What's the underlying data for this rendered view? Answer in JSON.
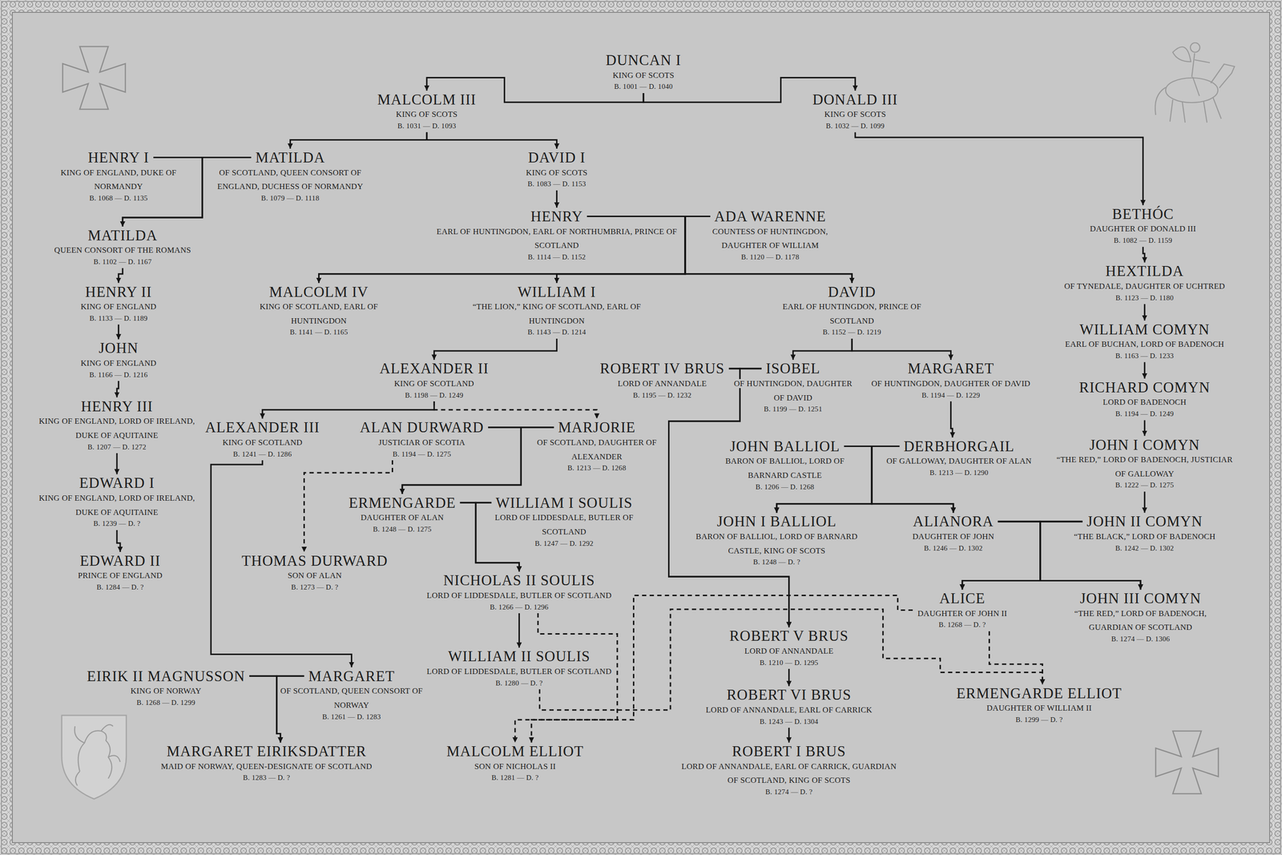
{
  "diagram": {
    "nodes": [
      {
        "text": [
          "DUNCAN I",
          "KING OF SCOTS",
          "B. 1001 — D. 1040"
        ]
      },
      {
        "text": [
          "MALCOLM III",
          "KING OF SCOTS",
          "B. 1031 — D. 1093"
        ]
      },
      {
        "text": [
          "DONALD III",
          "KING OF SCOTS",
          "B. 1032 — D. 1099"
        ]
      },
      {
        "text": [
          "HENRY I",
          "KING OF ENGLAND, DUKE OF NORMANDY",
          "B. 1068 — D. 1135"
        ]
      },
      {
        "text": [
          "MATILDA",
          "OF SCOTLAND, QUEEN CONSORT OF ENGLAND, DUCHESS OF NORMANDY",
          "B. 1079 — D. 1118"
        ]
      },
      {
        "text": [
          "DAVID I",
          "KING OF SCOTS",
          "B. 1083 — D. 1153"
        ]
      },
      {
        "text": [
          "HENRY",
          "EARL OF HUNTINGDON, EARL OF NORTHUMBRIA, PRINCE OF SCOTLAND",
          "B. 1114 — D. 1152"
        ]
      },
      {
        "text": [
          "ADA WARENNE",
          "COUNTESS OF HUNTINGDON, DAUGHTER OF WILLIAM",
          "B. 1120 — D. 1178"
        ]
      },
      {
        "text": [
          "BETHÓC",
          "DAUGHTER OF DONALD III",
          "B. 1082 — D. 1159"
        ]
      },
      {
        "text": [
          "MATILDA",
          "QUEEN CONSORT OF THE ROMANS",
          "B. 1102 — D. 1167"
        ]
      },
      {
        "text": [
          "HEXTILDA",
          "OF TYNEDALE, DAUGHTER OF UCHTRED",
          "B. 1123 — D. 1180"
        ]
      },
      {
        "text": [
          "MALCOLM IV",
          "KING OF SCOTLAND, EARL OF HUNTINGDON",
          "B. 1141 — D. 1165"
        ]
      },
      {
        "text": [
          "WILLIAM I",
          "“THE LION,” KING OF SCOTLAND, EARL OF HUNTINGDON",
          "B. 1143 — D. 1214"
        ]
      },
      {
        "text": [
          "DAVID",
          "EARL OF HUNTINGDON, PRINCE OF SCOTLAND",
          "B. 1152 — D. 1219"
        ]
      },
      {
        "text": [
          "HENRY II",
          "KING OF ENGLAND",
          "B. 1133 — D. 1189"
        ]
      },
      {
        "text": [
          "WILLIAM COMYN",
          "EARL OF BUCHAN, LORD OF BADENOCH",
          "B. 1163 — D. 1233"
        ]
      },
      {
        "text": [
          "JOHN",
          "KING OF ENGLAND",
          "B. 1166 — D. 1216"
        ]
      },
      {
        "text": [
          "ALEXANDER II",
          "KING OF SCOTLAND",
          "B. 1198 — D. 1249"
        ]
      },
      {
        "text": [
          "ROBERT IV BRUS",
          "LORD OF ANNANDALE",
          "B. 1195 — D. 1232"
        ]
      },
      {
        "text": [
          "ISOBEL",
          "OF HUNTINGDON, DAUGHTER OF DAVID",
          "B. 1199 — D. 1251"
        ]
      },
      {
        "text": [
          "MARGARET",
          "OF HUNTINGDON, DAUGHTER OF DAVID",
          "B. 1194 — D. 1229"
        ]
      },
      {
        "text": [
          "RICHARD COMYN",
          "LORD OF BADENOCH",
          "B. 1194 — D. 1249"
        ]
      },
      {
        "text": [
          "HENRY III",
          "KING OF ENGLAND, LORD OF IRELAND, DUKE OF AQUITAINE",
          "B. 1207 — D. 1272"
        ]
      },
      {
        "text": [
          "ALEXANDER III",
          "KING OF SCOTLAND",
          "B. 1241 — D. 1286"
        ]
      },
      {
        "text": [
          "ALAN DURWARD",
          "JUSTICIAR OF SCOTIA",
          "B. 1194 — D. 1275"
        ]
      },
      {
        "text": [
          "MARJORIE",
          "OF SCOTLAND, DAUGHTER OF ALEXANDER",
          "B. 1213 — D. 1268"
        ]
      },
      {
        "text": [
          "JOHN BALLIOL",
          "BARON OF BALLIOL, LORD OF BARNARD CASTLE",
          "B. 1206 — D. 1268"
        ]
      },
      {
        "text": [
          "DERBHORGAIL",
          "OF GALLOWAY, DAUGHTER OF ALAN",
          "B. 1213 — D. 1290"
        ]
      },
      {
        "text": [
          "JOHN I COMYN",
          "“THE RED,” LORD OF BADENOCH, JUSTICIAR OF GALLOWAY",
          "B. 1222 — D. 1275"
        ]
      },
      {
        "text": [
          "EDWARD I",
          "KING OF ENGLAND, LORD OF IRELAND, DUKE OF AQUITAINE",
          "B. 1239 — D. ?"
        ]
      },
      {
        "text": [
          "ERMENGARDE",
          "DAUGHTER OF ALAN",
          "B. 1248 — D. 1275"
        ]
      },
      {
        "text": [
          "WILLIAM I SOULIS",
          "LORD OF LIDDESDALE, BUTLER OF SCOTLAND",
          "B. 1247 — D. 1292"
        ]
      },
      {
        "text": [
          "JOHN I BALLIOL",
          "BARON OF BALLIOL, LORD OF BARNARD CASTLE, KING OF SCOTS",
          "B. 1248 — D. ?"
        ]
      },
      {
        "text": [
          "ALIANORA",
          "DAUGHTER OF JOHN",
          "B. 1246 — D. 1302"
        ]
      },
      {
        "text": [
          "JOHN II COMYN",
          "“THE BLACK,” LORD OF BADENOCH",
          "B. 1242 — D. 1302"
        ]
      },
      {
        "text": [
          "EDWARD II",
          "PRINCE OF ENGLAND",
          "B. 1284 — D. ?"
        ]
      },
      {
        "text": [
          "THOMAS DURWARD",
          "SON OF ALAN",
          "B. 1273 — D. ?"
        ]
      },
      {
        "text": [
          "NICHOLAS II SOULIS",
          "LORD OF LIDDESDALE, BUTLER OF SCOTLAND",
          "B. 1266 — D. 1296"
        ]
      },
      {
        "text": [
          "ALICE",
          "DAUGHTER OF JOHN II",
          "B. 1268 — D. ?"
        ]
      },
      {
        "text": [
          "JOHN III COMYN",
          "“THE RED,” LORD OF BADENOCH, GUARDIAN OF SCOTLAND",
          "B. 1274 — D. 1306"
        ]
      },
      {
        "text": [
          "ROBERT V BRUS",
          "LORD OF ANNANDALE",
          "B. 1210 — D. 1295"
        ]
      },
      {
        "text": [
          "WILLIAM II SOULIS",
          "LORD OF LIDDESDALE, BUTLER OF SCOTLAND",
          "B. 1280 — D. ?"
        ]
      },
      {
        "text": [
          "EIRIK II MAGNUSSON",
          "KING OF NORWAY",
          "B. 1268 — D. 1299"
        ]
      },
      {
        "text": [
          "MARGARET",
          "OF SCOTLAND, QUEEN CONSORT OF NORWAY",
          "B. 1261 — D. 1283"
        ]
      },
      {
        "text": [
          "ERMENGARDE ELLIOT",
          "DAUGHTER OF WILLIAM II",
          "B. 1299 — D. ?"
        ]
      },
      {
        "text": [
          "ROBERT VI BRUS",
          "LORD OF ANNANDALE, EARL OF CARRICK",
          "B. 1243 — D. 1304"
        ]
      },
      {
        "text": [
          "MARGARET EIRIKSDATTER",
          "MAID OF NORWAY, QUEEN-DESIGNATE OF SCOTLAND",
          "B. 1283 — D. ?"
        ]
      },
      {
        "text": [
          "MALCOLM ELLIOT",
          "SON OF NICHOLAS II",
          "B. 1281 — D. ?"
        ]
      },
      {
        "text": [
          "ROBERT I BRUS",
          "LORD OF ANNANDALE, EARL OF CARRICK, GUARDIAN OF SCOTLAND, KING OF SCOTS",
          "B. 1274 — D. ?"
        ]
      }
    ],
    "edges": [
      {
        "from": 0,
        "to": 1,
        "arrow": "to"
      },
      {
        "from": 0,
        "to": 2,
        "arrow": "to"
      },
      {
        "from": 1,
        "to": 4,
        "arrow": "to"
      },
      {
        "from": 1,
        "to": 5,
        "arrow": "to"
      },
      {
        "from": 3,
        "to": 4,
        "arrow": "none"
      },
      {
        "from": 3,
        "to": 9,
        "arrow": "to"
      },
      {
        "from": 4,
        "to": 9,
        "arrow": "to"
      },
      {
        "from": 5,
        "to": 6,
        "arrow": "to"
      },
      {
        "from": 6,
        "to": 7,
        "arrow": "none"
      },
      {
        "from": 6,
        "to": 11,
        "arrow": "to"
      },
      {
        "from": 7,
        "to": 11,
        "arrow": "to"
      },
      {
        "from": 6,
        "to": 12,
        "arrow": "to"
      },
      {
        "from": 7,
        "to": 12,
        "arrow": "to"
      },
      {
        "from": 6,
        "to": 13,
        "arrow": "to"
      },
      {
        "from": 7,
        "to": 13,
        "arrow": "to"
      },
      {
        "from": 2,
        "to": 8,
        "arrow": "to"
      },
      {
        "from": 8,
        "to": 10,
        "arrow": "to"
      },
      {
        "from": 10,
        "to": 15,
        "arrow": "to"
      },
      {
        "from": 15,
        "to": 21,
        "arrow": "to"
      },
      {
        "from": 21,
        "to": 28,
        "arrow": "to"
      },
      {
        "from": 28,
        "to": 34,
        "arrow": "to"
      },
      {
        "from": 9,
        "to": 14,
        "arrow": "to"
      },
      {
        "from": 14,
        "to": 16,
        "arrow": "to"
      },
      {
        "from": 16,
        "to": 22,
        "arrow": "to"
      },
      {
        "from": 22,
        "to": 29,
        "arrow": "to"
      },
      {
        "from": 29,
        "to": 35,
        "arrow": "to"
      },
      {
        "from": 12,
        "to": 17,
        "arrow": "to"
      },
      {
        "from": 13,
        "to": 19,
        "arrow": "to"
      },
      {
        "from": 13,
        "to": 20,
        "arrow": "to"
      },
      {
        "from": 18,
        "to": 19,
        "arrow": "none"
      },
      {
        "from": 18,
        "to": 40,
        "arrow": "to"
      },
      {
        "from": 19,
        "to": 40,
        "arrow": "to"
      },
      {
        "from": 20,
        "to": 27,
        "arrow": "to"
      },
      {
        "from": 26,
        "to": 27,
        "arrow": "none"
      },
      {
        "from": 26,
        "to": 32,
        "arrow": "to"
      },
      {
        "from": 27,
        "to": 32,
        "arrow": "to"
      },
      {
        "from": 26,
        "to": 33,
        "arrow": "to"
      },
      {
        "from": 27,
        "to": 33,
        "arrow": "to"
      },
      {
        "from": 33,
        "to": 34,
        "arrow": "none"
      },
      {
        "from": 33,
        "to": 38,
        "arrow": "to"
      },
      {
        "from": 34,
        "to": 38,
        "arrow": "to"
      },
      {
        "from": 33,
        "to": 39,
        "arrow": "to"
      },
      {
        "from": 34,
        "to": 39,
        "arrow": "to"
      },
      {
        "from": 17,
        "to": 23,
        "arrow": "to"
      },
      {
        "from": 17,
        "to": 25,
        "arrow": "to"
      },
      {
        "from": 24,
        "to": 25,
        "arrow": "none"
      },
      {
        "from": 24,
        "to": 30,
        "arrow": "to"
      },
      {
        "from": 25,
        "to": 30,
        "arrow": "to"
      },
      {
        "from": 24,
        "to": 36,
        "arrow": "to"
      },
      {
        "from": 30,
        "to": 31,
        "arrow": "none"
      },
      {
        "from": 30,
        "to": 37,
        "arrow": "to"
      },
      {
        "from": 31,
        "to": 37,
        "arrow": "to"
      },
      {
        "from": 37,
        "to": 41,
        "arrow": "to"
      },
      {
        "from": 23,
        "to": 43,
        "arrow": "to"
      },
      {
        "from": 42,
        "to": 43,
        "arrow": "none"
      },
      {
        "from": 42,
        "to": 46,
        "arrow": "to"
      },
      {
        "from": 43,
        "to": 46,
        "arrow": "to"
      },
      {
        "from": 40,
        "to": 45,
        "arrow": "to"
      },
      {
        "from": 45,
        "to": 48,
        "arrow": "to"
      },
      {
        "from": 37,
        "to": 47,
        "arrow": "to"
      },
      {
        "from": 38,
        "to": 47,
        "arrow": "to"
      },
      {
        "from": 41,
        "to": 44,
        "arrow": "to"
      },
      {
        "from": 38,
        "to": 44,
        "arrow": "to"
      }
    ]
  }
}
